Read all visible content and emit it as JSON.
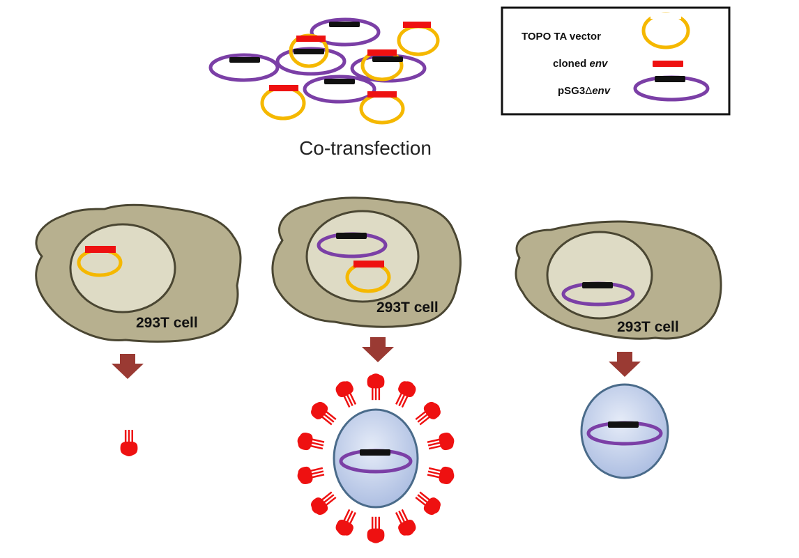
{
  "legend": {
    "topo_label": "TOPO TA vector",
    "env_label_prefix": "cloned ",
    "env_label_italic": "env",
    "psg_label_prefix": "pSG3",
    "psg_label_delta": "Δ",
    "psg_label_italic": "env"
  },
  "step_title": "Co-transfection",
  "cells": [
    {
      "label": "293T cell",
      "contents": "TOPO TA vector with cloned env"
    },
    {
      "label": "293T cell",
      "contents": "pSG3Δenv + TOPO TA vector with cloned env"
    },
    {
      "label": "293T cell",
      "contents": "pSG3Δenv"
    }
  ],
  "outcomes": [
    {
      "name": "env glycoprotein only"
    },
    {
      "name": "pseudovirus with env spikes"
    },
    {
      "name": "particle without env"
    }
  ],
  "colors": {
    "topo": "#f5b800",
    "env": "#ee1111",
    "psg": "#7b3fa6",
    "insert": "#111111",
    "cell": "#b7b08f",
    "nucleus": "#dedbc5",
    "cell_border": "#4a4632",
    "arrow": "#9a3a33",
    "virion": "#c7d4ee",
    "virion_border": "#4a6b8a"
  }
}
